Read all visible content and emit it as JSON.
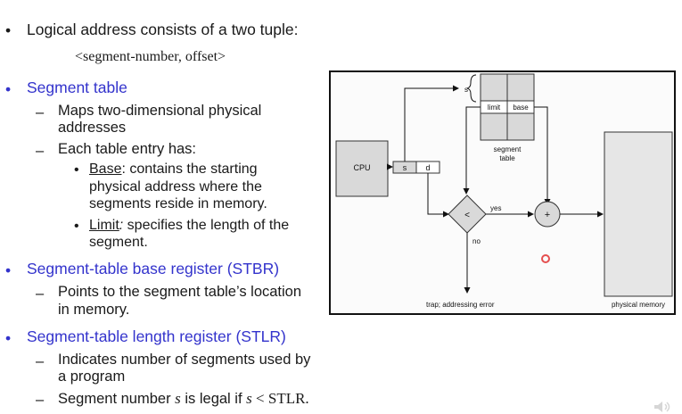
{
  "slide": {
    "bullet_dot": "•",
    "bullet_dash": "–",
    "items": [
      {
        "text": "Logical address consists of a two tuple:"
      },
      {
        "text": "<segment-number, offset>"
      },
      {
        "text": "Segment table"
      },
      {
        "text": "Maps two-dimensional physical"
      },
      {
        "text": "addresses"
      },
      {
        "text": "Each table entry has:"
      },
      {
        "label": "Base",
        "rest": ": contains the starting"
      },
      {
        "text": "physical address where the"
      },
      {
        "text": "segments reside in memory."
      },
      {
        "label": "Limit",
        "colon": ":",
        "rest": " specifies the length of the"
      },
      {
        "text": "segment."
      },
      {
        "text": "Segment-table base register (STBR)"
      },
      {
        "text": "Points to the segment table’s location"
      },
      {
        "text": "in memory."
      },
      {
        "text": "Segment-table length register (STLR)"
      },
      {
        "text": "Indicates number of segments used by"
      },
      {
        "text": "a program"
      },
      {
        "pre": "Segment number ",
        "var": "s",
        "post": " is legal if ",
        "var2": "s",
        "post2": " < STLR."
      }
    ]
  },
  "diagram": {
    "cpu": "CPU",
    "s": "s",
    "d": "d",
    "s_label": "s",
    "limit": "limit",
    "base": "base",
    "segment_table_line1": "segment",
    "segment_table_line2": "table",
    "compare": "<",
    "yes": "yes",
    "no": "no",
    "plus": "+",
    "trap": "trap; addressing error",
    "physical_memory": "physical  memory"
  },
  "colors": {
    "heading_blue": "#3333cc",
    "box_gray": "#d9d9d9",
    "memory_gray": "#e6e6e6",
    "cursor_red": "#e03030"
  }
}
